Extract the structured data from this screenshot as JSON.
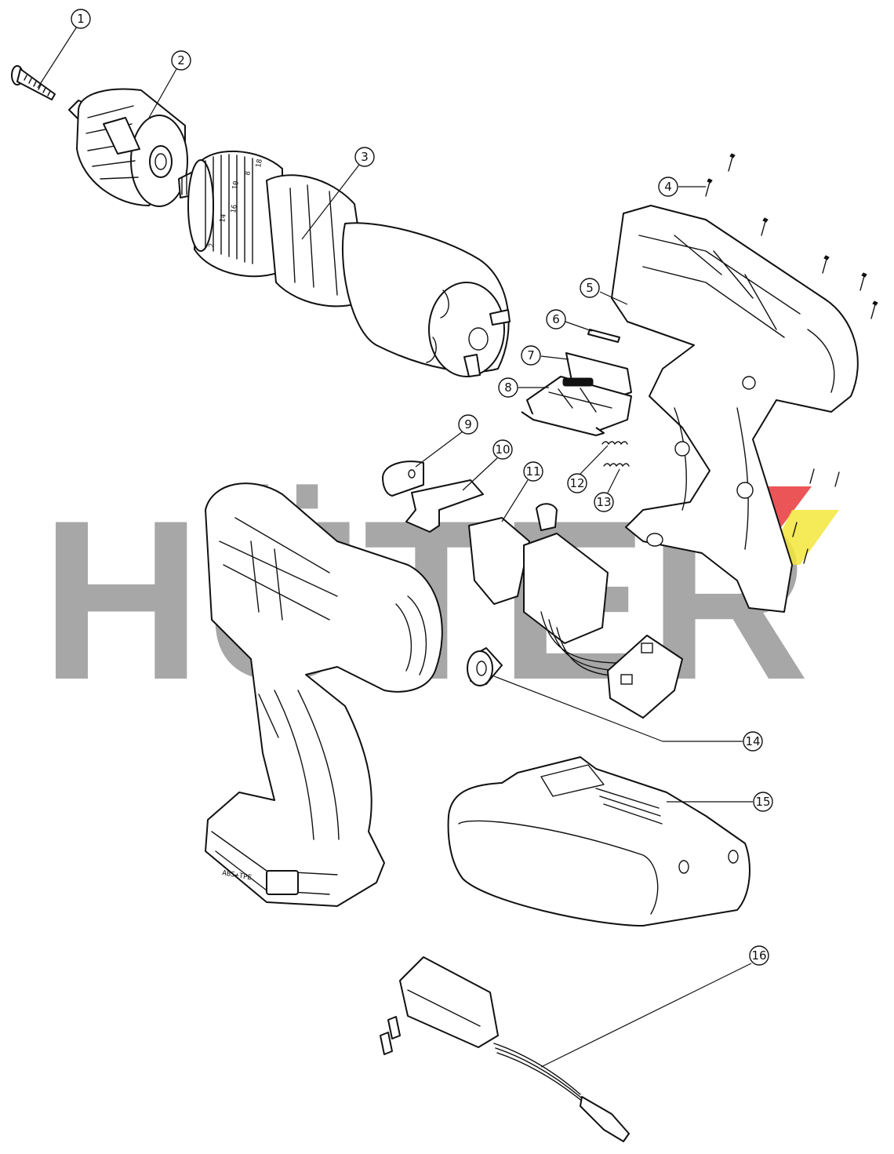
{
  "watermark": {
    "text": "HÜTER",
    "colors": {
      "gray": "#a7a7a7",
      "red": "#e8373a",
      "yellow": "#f3e63a"
    }
  },
  "housing_marking": "ABS+TPE",
  "chuck_scale": [
    "8",
    "10",
    "14",
    "16",
    "18",
    "2"
  ],
  "callouts": [
    {
      "id": "1",
      "label": "1"
    },
    {
      "id": "2",
      "label": "2"
    },
    {
      "id": "3",
      "label": "3"
    },
    {
      "id": "4",
      "label": "4"
    },
    {
      "id": "5",
      "label": "5"
    },
    {
      "id": "6",
      "label": "6"
    },
    {
      "id": "7",
      "label": "7"
    },
    {
      "id": "8",
      "label": "8"
    },
    {
      "id": "9",
      "label": "9"
    },
    {
      "id": "10",
      "label": "10"
    },
    {
      "id": "11",
      "label": "11"
    },
    {
      "id": "12",
      "label": "12"
    },
    {
      "id": "13",
      "label": "13"
    },
    {
      "id": "14",
      "label": "14"
    },
    {
      "id": "15",
      "label": "15"
    },
    {
      "id": "16",
      "label": "16"
    }
  ],
  "icons": [
    "screw-icon",
    "chuck-icon",
    "gearbox-motor-icon",
    "housing-half-icon",
    "switch-icon",
    "spring-icon",
    "bearing-icon",
    "battery-icon",
    "charger-icon",
    "logo-icon"
  ]
}
